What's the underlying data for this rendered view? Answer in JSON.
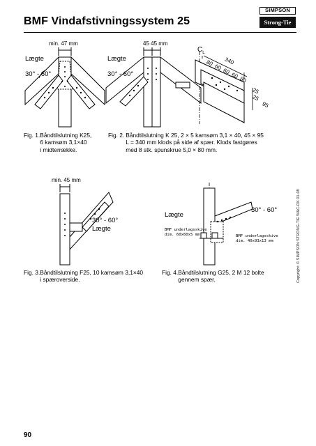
{
  "header": {
    "title": "BMF Vindafstivningssystem 25",
    "logo_top": "SIMPSON",
    "logo_bottom": "Strong-Tie"
  },
  "figures": [
    {
      "id": "fig1",
      "dimension": "min. 47 mm",
      "labels": {
        "batten": "Lægte",
        "angle": "30° - 60°"
      },
      "caption_number": "Fig. 1.",
      "caption_text": "Båndtilslutning K25,\n6 kamsøm 3,1×40\ni midterrække."
    },
    {
      "id": "fig2",
      "dimension": "45 45 mm",
      "labels": {
        "batten": "Lægte",
        "angle": "30° - 60°",
        "centerline": "C",
        "centerline_sub": "L"
      },
      "dims": [
        "340",
        "80",
        "60",
        "60",
        "60",
        "80",
        "25",
        "25",
        "95"
      ],
      "caption_number": "Fig. 2.",
      "caption_text": "Båndtilslutning K 25, 2 × 5 kamsøm 3,1 × 40, 45 × 95\nL = 340 mm klods på side af spær. Klods fastgøres\nmed 8 stk. spunskrue 5,0 × 80 mm."
    },
    {
      "id": "fig3",
      "dimension": "min. 45 mm",
      "labels": {
        "batten": "Lægte",
        "angle": "30° - 60°"
      },
      "caption_number": "Fig. 3.",
      "caption_text": "Båndtilslutning F25, 10 kamsøm 3,1×40\ni spæroverside."
    },
    {
      "id": "fig4",
      "labels": {
        "batten": "Lægte",
        "angle": "30° - 60°",
        "washer_left_1": "BMF underlagsskive",
        "washer_left_2": "dim. 60x60x5 mm",
        "washer_right_1": "BMF underlagsskive",
        "washer_right_2": "dim. 40x93x13 mm"
      },
      "caption_number": "Fig. 4.",
      "caption_text": "Båndtilslutning G25, 2 M 12 bolte\ngennem spær."
    }
  ],
  "copyright": "Copyright: © SIMPSON STRONG-TIE W&C-DK 01-08",
  "page_number": "90"
}
